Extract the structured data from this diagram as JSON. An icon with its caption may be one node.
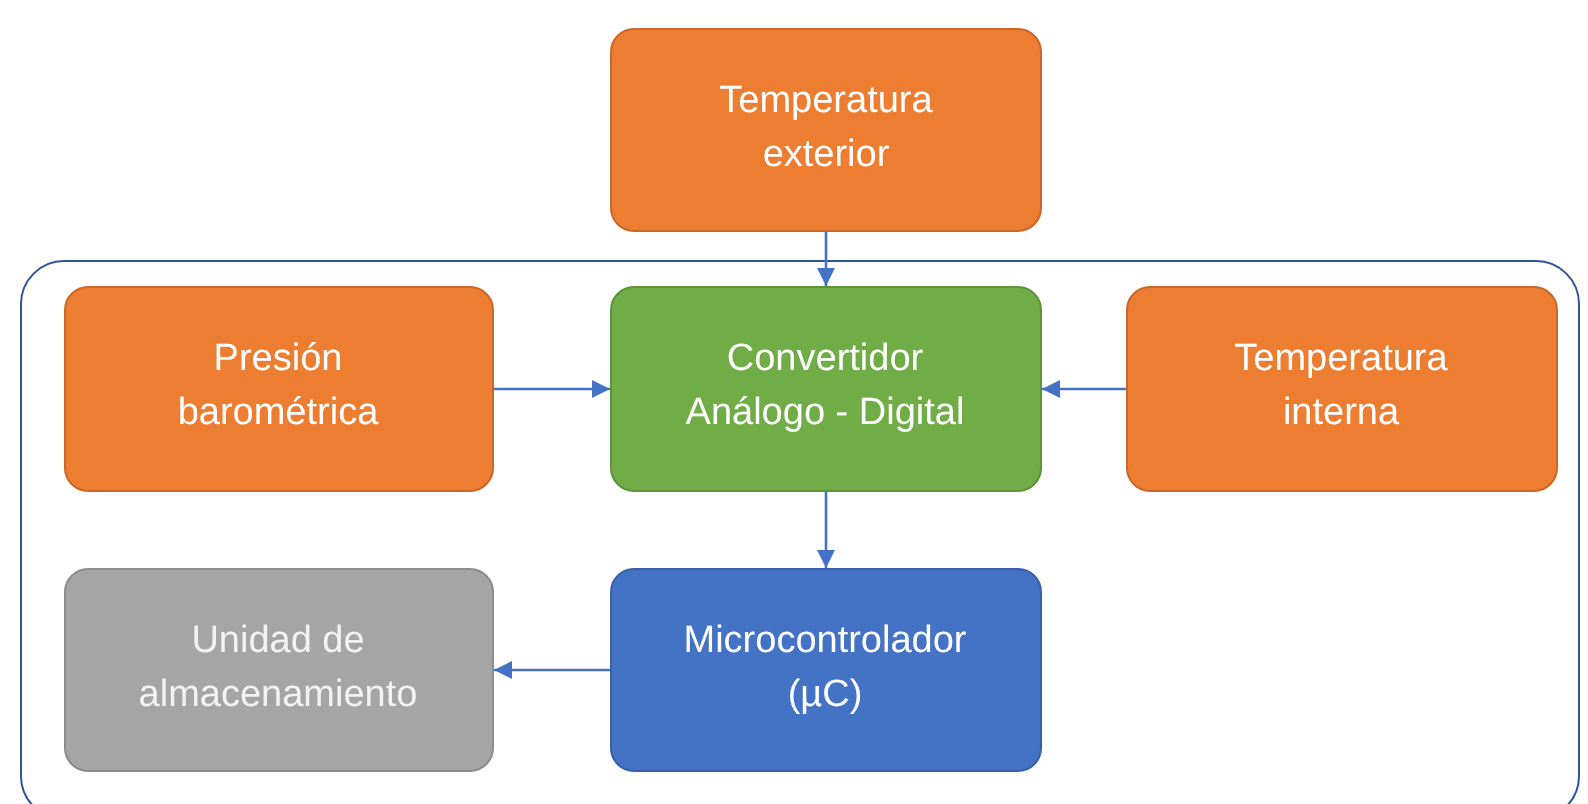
{
  "diagram": {
    "nodes": [
      {
        "text": [
          "Temperatura exterior"
        ]
      },
      {
        "text": [],
        "shape": "box"
      },
      {
        "text": [
          "Presión barométrica"
        ],
        "in": 1
      },
      {
        "text": [
          "Convertidor Análogo - Digital"
        ],
        "in": 1
      },
      {
        "text": [
          "Temperatura interna"
        ],
        "in": 1
      },
      {
        "text": [
          "Unidad de almacenamiento"
        ],
        "in": 1
      },
      {
        "text": [
          "Microcontrolador (µC)"
        ],
        "in": 1
      }
    ],
    "edges": [
      {
        "from": 0,
        "to": 3,
        "arrow": "to"
      },
      {
        "from": 2,
        "to": 3,
        "arrow": "to"
      },
      {
        "from": 4,
        "to": 3,
        "arrow": "to"
      },
      {
        "from": 3,
        "to": 6,
        "arrow": "to"
      },
      {
        "from": 6,
        "to": 5,
        "arrow": "to"
      }
    ]
  }
}
